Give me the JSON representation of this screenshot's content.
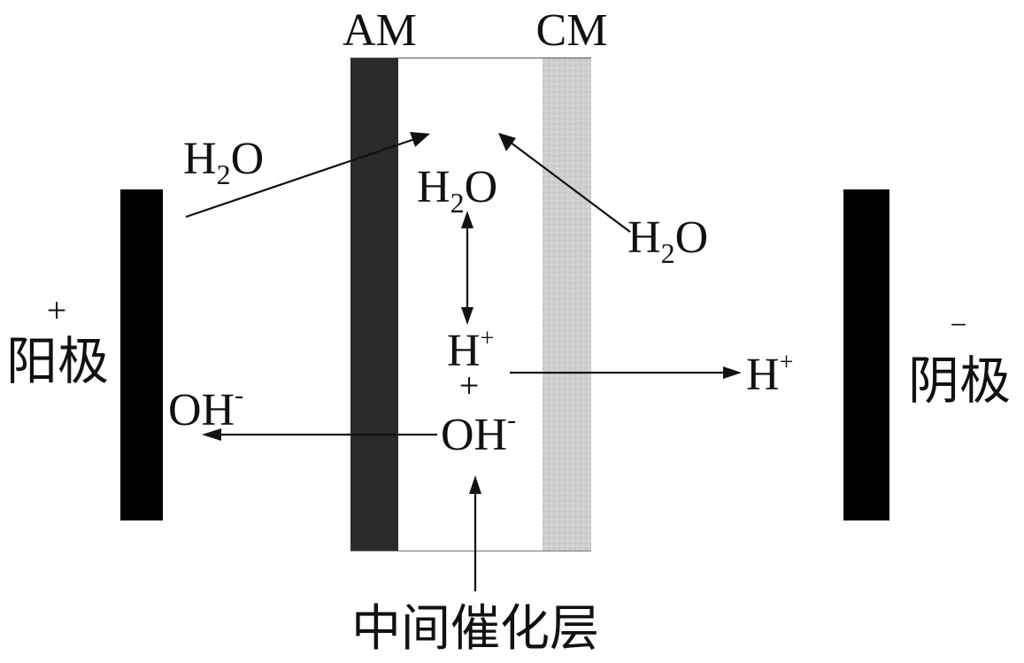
{
  "membranes": {
    "am_label": "AM",
    "cm_label": "CM",
    "am_color": "#2b2b2b",
    "cm_color": "#cfcfcf"
  },
  "anode": {
    "label": "阳极",
    "sign": "+",
    "color": "#000000"
  },
  "cathode": {
    "label": "阴极",
    "sign": "−",
    "color": "#000000"
  },
  "species": {
    "water_left": {
      "main": "H",
      "sub": "2",
      "tail": "O"
    },
    "water_center": {
      "main": "H",
      "sub": "2",
      "tail": "O"
    },
    "water_right": {
      "main": "H",
      "sub": "2",
      "tail": "O"
    },
    "proton_center": {
      "main": "H",
      "sup": "+"
    },
    "proton_right": {
      "main": "H",
      "sup": "+"
    },
    "plus_sign": "+",
    "hydroxide_center": {
      "main": "OH",
      "sup": "-"
    },
    "hydroxide_left": {
      "main": "OH",
      "sup": "-"
    }
  },
  "catalyst_label": "中间催化层"
}
